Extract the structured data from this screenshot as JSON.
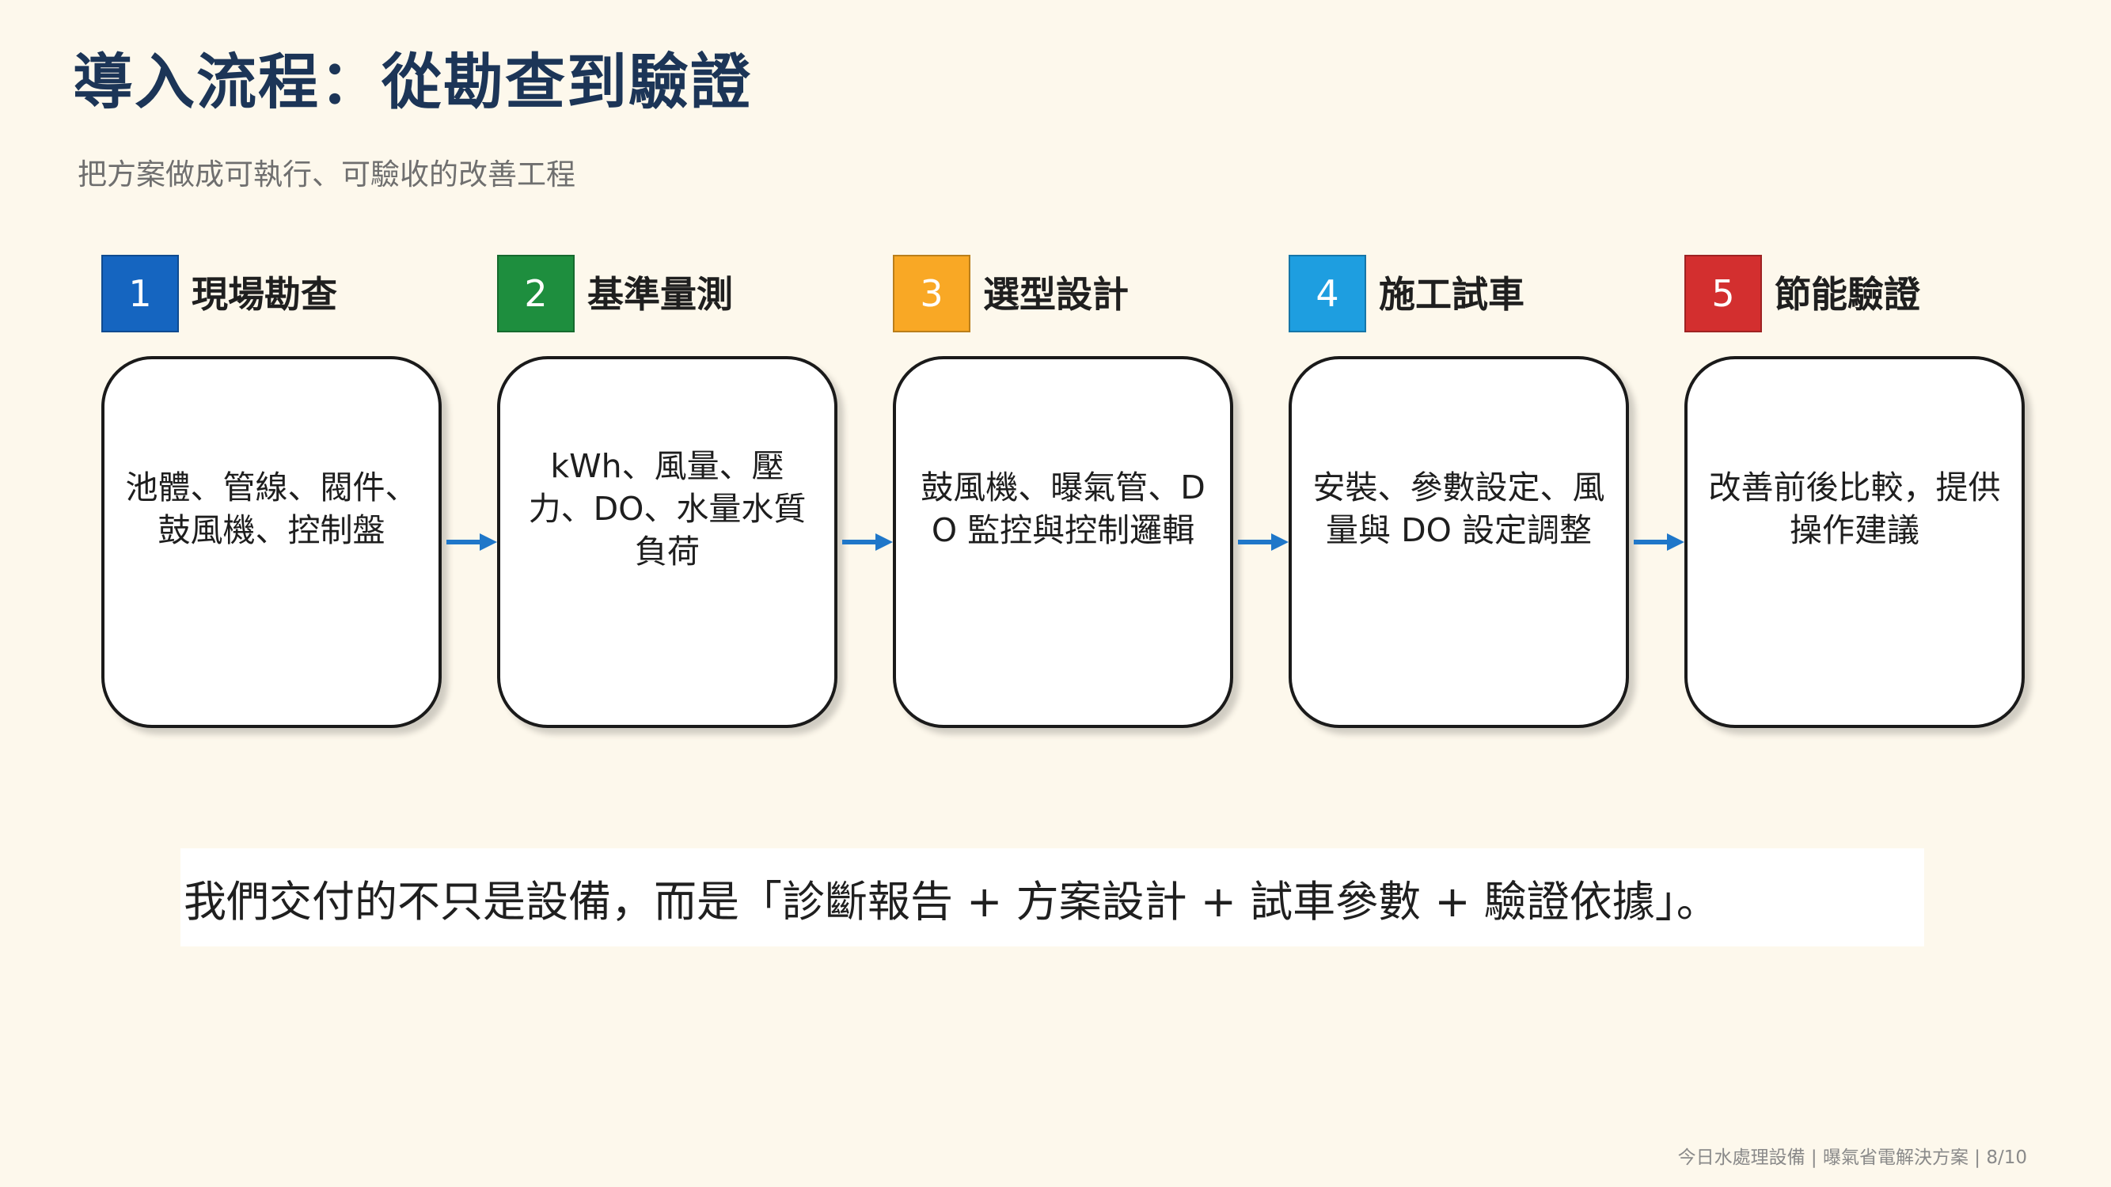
{
  "header": {
    "title": "導入流程：從勘查到驗證",
    "subtitle": "把方案做成可執行、可驗收的改善工程"
  },
  "colors": {
    "title": "#1c3557",
    "step1": "#1565c0",
    "step2": "#1e8e3e",
    "step3": "#f9a825",
    "step4": "#1e9ee0",
    "step5": "#d32f2f",
    "arrow": "#1f77c9"
  },
  "steps": [
    {
      "number": "1",
      "title": "現場勘查",
      "description": "池體、管線、閥件、鼓風機、控制盤"
    },
    {
      "number": "2",
      "title": "基準量測",
      "description": "kWh、風量、壓力、DO、水量水質負荷"
    },
    {
      "number": "3",
      "title": "選型設計",
      "description": "鼓風機、曝氣管、DO 監控與控制邏輯"
    },
    {
      "number": "4",
      "title": "施工試車",
      "description": "安裝、參數設定、風量與 DO 設定調整"
    },
    {
      "number": "5",
      "title": "節能驗證",
      "description": "改善前後比較，提供操作建議"
    }
  ],
  "summary": "我們交付的不只是設備，而是「診斷報告 + 方案設計 + 試車參數 + 驗證依據」。",
  "footer": "今日水處理設備 | 曝氣省電解決方案 | 8/10"
}
